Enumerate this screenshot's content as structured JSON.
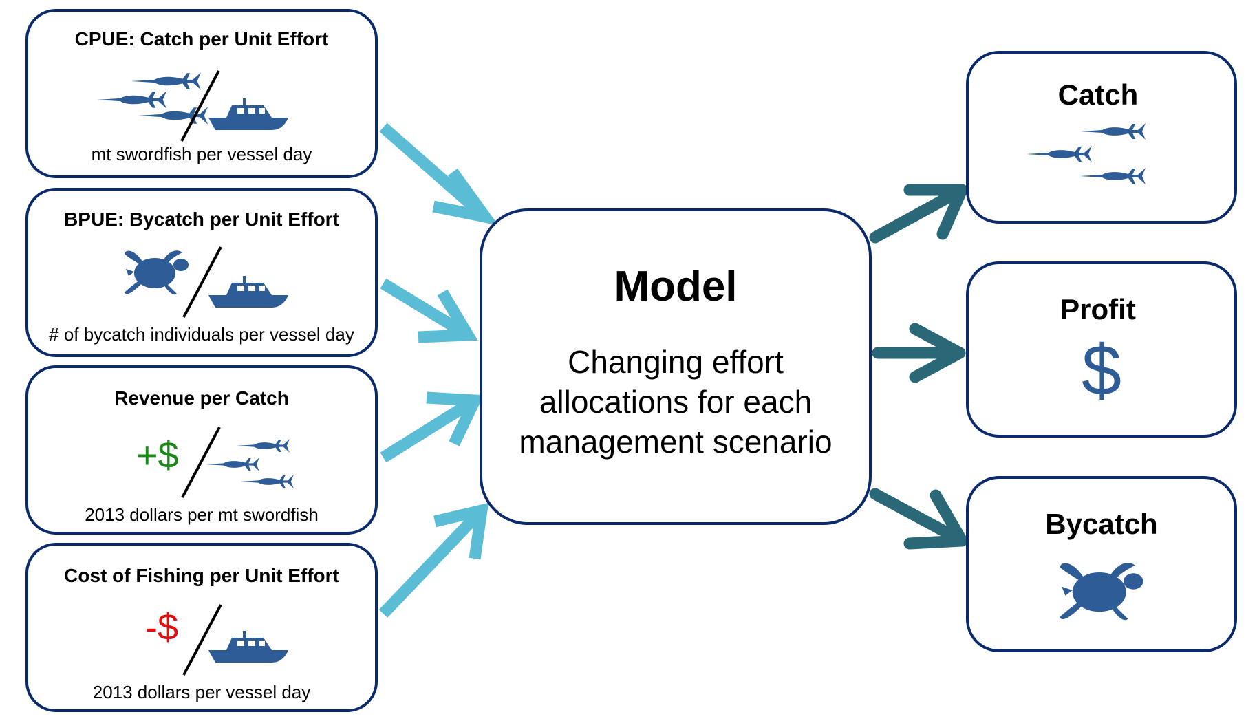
{
  "inputs": [
    {
      "title": "CPUE: Catch per Unit Effort",
      "subtitle": "mt swordfish per vessel day"
    },
    {
      "title": "BPUE: Bycatch per Unit Effort",
      "subtitle": "# of bycatch individuals per vessel day"
    },
    {
      "title": "Revenue per Catch",
      "subtitle": "2013 dollars per mt swordfish",
      "symbol": "+$"
    },
    {
      "title": "Cost of Fishing per Unit Effort",
      "subtitle": "2013 dollars per vessel day",
      "symbol": "-$"
    }
  ],
  "model": {
    "title": "Model",
    "description_lines": [
      "Changing effort",
      "allocations for each",
      "management scenario"
    ]
  },
  "outputs": [
    {
      "title": "Catch"
    },
    {
      "title": "Profit",
      "symbol": "$"
    },
    {
      "title": "Bycatch"
    }
  ],
  "colors": {
    "box_border": "#0b2a6b",
    "icon_blue": "#2e5c96",
    "input_arrow": "#5bbcd6",
    "output_arrow": "#2a6878",
    "revenue_green": "#1a8a1a",
    "cost_red": "#e01010"
  },
  "icons": [
    "swordfish-icon",
    "boat-icon",
    "turtle-icon",
    "dollar-icon"
  ]
}
